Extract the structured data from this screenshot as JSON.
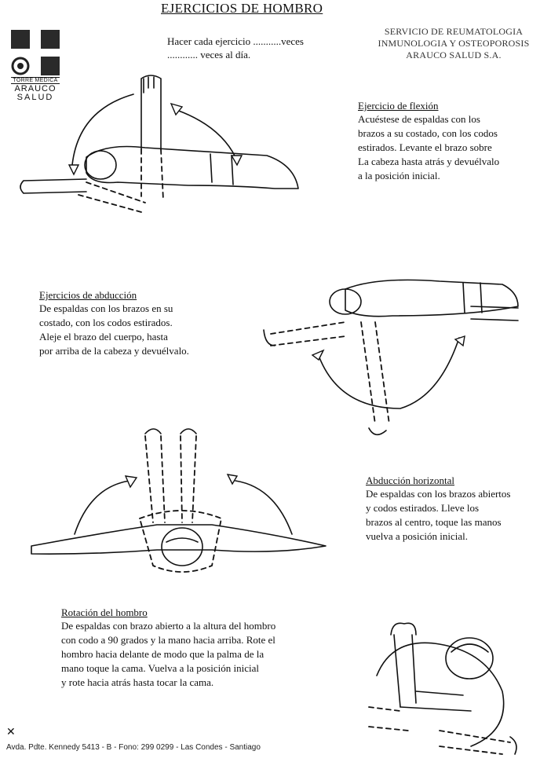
{
  "header": {
    "title": "EJERCICIOS DE HOMBRO",
    "instruction_line1": "Hacer cada ejercicio ...........veces",
    "instruction_line2": "............ veces al día."
  },
  "service": {
    "line1": "SERVICIO DE REUMATOLOGIA",
    "line2": "INMUNOLOGIA Y OSTEOPOROSIS",
    "line3": "ARAUCO SALUD S.A."
  },
  "logo": {
    "line1": "TORRE MEDICA",
    "line2": "ARAUCO",
    "line3": "SALUD"
  },
  "sections": [
    {
      "title": "Ejercicio de flexión",
      "lines": [
        "Acuéstese de espaldas con los",
        "brazos a su costado, con los codos",
        "estirados. Levante el brazo sobre",
        "La cabeza hasta atrás y devuélvalo",
        "a la posición inicial."
      ]
    },
    {
      "title": "Ejercicios de abducción",
      "lines": [
        "De espaldas con los brazos en su",
        "costado, con los codos estirados.",
        "Aleje el brazo del cuerpo, hasta",
        "por arriba de la cabeza y devuélvalo."
      ]
    },
    {
      "title": "Abducción horizontal",
      "lines": [
        "De espaldas con los brazos abiertos",
        "y codos estirados. Lleve los",
        "brazos al centro, toque las manos",
        "vuelva a posición inicial."
      ]
    },
    {
      "title": "Rotación del hombro",
      "lines": [
        "De espaldas con brazo abierto a la altura del hombro",
        "con codo a 90 grados y la mano hacia arriba. Rote el",
        "hombro hacia delante de modo que la palma de la",
        "mano toque la cama. Vuelva a la posición inicial",
        "y rote hacia atrás hasta tocar la cama."
      ]
    }
  ],
  "footer": {
    "address": "Avda. Pdte. Kennedy 5413 - B - Fono: 299 0299 - Las Condes - Santiago"
  },
  "icons": [
    "logo-mark",
    "flexion-illustration",
    "abduction-illustration",
    "horizontal-abduction-illustration",
    "rotation-illustration"
  ]
}
